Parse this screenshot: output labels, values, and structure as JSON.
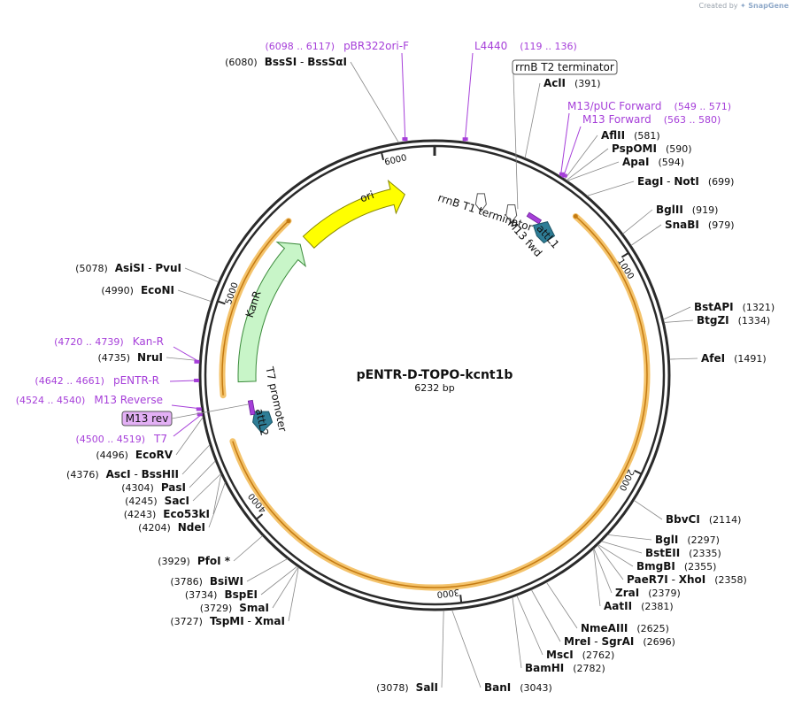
{
  "credit": {
    "prefix": "Created by",
    "brand": "SnapGene"
  },
  "colors": {
    "backbone": "#2a2a2a",
    "primer": "#a63fd9",
    "label": "#111111",
    "ori_fill": "#ffff00",
    "kanr_fill": "#c8f5c8",
    "arrow_teal": "#2e7d96",
    "orange_track": "#f4c36b",
    "orange_core": "#c47a12",
    "leader": "#888888"
  },
  "plasmid": {
    "name": "pENTR-D-TOPO-kcnt1b",
    "size_label": "6232 bp",
    "length": 6232,
    "ticks": [
      {
        "pos": 1000,
        "label": "1000"
      },
      {
        "pos": 2000,
        "label": "2000"
      },
      {
        "pos": 3000,
        "label": "3000"
      },
      {
        "pos": 4000,
        "label": "4000"
      },
      {
        "pos": 5000,
        "label": "5000"
      },
      {
        "pos": 6000,
        "label": "6000"
      }
    ]
  },
  "sites": [
    {
      "name": "AclI",
      "pos": "(391)",
      "bp": 391,
      "side": "right"
    },
    {
      "name": "AflII",
      "pos": "(581)",
      "bp": 581,
      "side": "right"
    },
    {
      "name": "PspOMI",
      "pos": "(590)",
      "bp": 590,
      "side": "right"
    },
    {
      "name": "ApaI",
      "pos": "(594)",
      "bp": 594,
      "side": "right"
    },
    {
      "name": "EagI",
      "name2": "NotI",
      "pos": "(699)",
      "bp": 699,
      "side": "right"
    },
    {
      "name": "BglII",
      "pos": "(919)",
      "bp": 919,
      "side": "right"
    },
    {
      "name": "SnaBI",
      "pos": "(979)",
      "bp": 979,
      "side": "right"
    },
    {
      "name": "BstAPI",
      "pos": "(1321)",
      "bp": 1321,
      "side": "right"
    },
    {
      "name": "BtgZI",
      "pos": "(1334)",
      "bp": 1334,
      "side": "right"
    },
    {
      "name": "AfeI",
      "pos": "(1491)",
      "bp": 1491,
      "side": "right"
    },
    {
      "name": "BbvCI",
      "pos": "(2114)",
      "bp": 2114,
      "side": "right"
    },
    {
      "name": "BglI",
      "pos": "(2297)",
      "bp": 2297,
      "side": "right"
    },
    {
      "name": "BstEII",
      "pos": "(2335)",
      "bp": 2335,
      "side": "right"
    },
    {
      "name": "BmgBI",
      "pos": "(2355)",
      "bp": 2355,
      "side": "right"
    },
    {
      "name": "PaeR7I",
      "name2": "XhoI",
      "pos": "(2358)",
      "bp": 2358,
      "side": "right"
    },
    {
      "name": "ZraI",
      "pos": "(2379)",
      "bp": 2379,
      "side": "right"
    },
    {
      "name": "AatII",
      "pos": "(2381)",
      "bp": 2381,
      "side": "right"
    },
    {
      "name": "NmeAIII",
      "pos": "(2625)",
      "bp": 2625,
      "side": "right"
    },
    {
      "name": "MreI",
      "name2": "SgrAI",
      "pos": "(2696)",
      "bp": 2696,
      "side": "right"
    },
    {
      "name": "MscI",
      "pos": "(2762)",
      "bp": 2762,
      "side": "right"
    },
    {
      "name": "BamHI",
      "pos": "(2782)",
      "bp": 2782,
      "side": "right"
    },
    {
      "name": "BanI",
      "pos": "(3043)",
      "bp": 3043,
      "side": "right"
    },
    {
      "name": "SalI",
      "pos": "(3078)",
      "bp": 3078,
      "side": "left"
    },
    {
      "name": "TspMI",
      "name2": "XmaI",
      "pos": "(3727)",
      "bp": 3727,
      "side": "left"
    },
    {
      "name": "SmaI",
      "pos": "(3729)",
      "bp": 3729,
      "side": "left"
    },
    {
      "name": "BspEI",
      "pos": "(3734)",
      "bp": 3734,
      "side": "left"
    },
    {
      "name": "BsiWI",
      "pos": "(3786)",
      "bp": 3786,
      "side": "left"
    },
    {
      "name": "PfoI *",
      "pos": "(3929)",
      "bp": 3929,
      "side": "left"
    },
    {
      "name": "NdeI",
      "pos": "(4204)",
      "bp": 4204,
      "side": "left"
    },
    {
      "name": "Eco53kI",
      "pos": "(4243)",
      "bp": 4243,
      "side": "left"
    },
    {
      "name": "SacI",
      "pos": "(4245)",
      "bp": 4245,
      "side": "left"
    },
    {
      "name": "PasI",
      "pos": "(4304)",
      "bp": 4304,
      "side": "left"
    },
    {
      "name": "AscI",
      "name2": "BssHII",
      "pos": "(4376)",
      "bp": 4376,
      "side": "left"
    },
    {
      "name": "EcoRV",
      "pos": "(4496)",
      "bp": 4496,
      "side": "left"
    },
    {
      "name": "NruI",
      "pos": "(4735)",
      "bp": 4735,
      "side": "left"
    },
    {
      "name": "EcoNI",
      "pos": "(4990)",
      "bp": 4990,
      "side": "left"
    },
    {
      "name": "AsiSI",
      "name2": "PvuI",
      "pos": "(5078)",
      "bp": 5078,
      "side": "left"
    },
    {
      "name": "BssSI",
      "name2": "BssSαI",
      "pos": "(6080)",
      "bp": 6080,
      "side": "left"
    }
  ],
  "primers": [
    {
      "name": "pBR322ori-F",
      "range": "(6098 .. 6117)",
      "bp": 6108
    },
    {
      "name": "L4440",
      "range": "(119 .. 136)",
      "bp": 128
    },
    {
      "name": "M13/pUC Forward",
      "range": "(549 .. 571)",
      "bp": 560
    },
    {
      "name": "M13 Forward",
      "range": "(563 .. 580)",
      "bp": 572
    },
    {
      "name": "Kan-R",
      "range": "(4720 .. 4739)",
      "bp": 4730
    },
    {
      "name": "pENTR-R",
      "range": "(4642 .. 4661)",
      "bp": 4652
    },
    {
      "name": "M13 Reverse",
      "range": "(4524 .. 4540)",
      "bp": 4532
    },
    {
      "name": "T7",
      "range": "(4500 .. 4519)",
      "bp": 4510
    }
  ],
  "boxed_labels": {
    "rrnb_t2": "rrnB T2 terminator",
    "m13_rev": "M13 rev"
  },
  "features": [
    {
      "name": "ori",
      "start": 5480,
      "end": 6070,
      "kind": "ori"
    },
    {
      "name": "KanR",
      "start": 4640,
      "end": 5440,
      "kind": "kanr"
    },
    {
      "name": "rrnB T1 terminator",
      "start": 230,
      "end": 330,
      "kind": "term"
    },
    {
      "name": "rrnB T2 terminator",
      "start": 410,
      "end": 520,
      "kind": "term"
    },
    {
      "name": "M13 fwd",
      "start": 560,
      "end": 580,
      "kind": "primer_site"
    },
    {
      "name": "attL1",
      "start": 600,
      "end": 700,
      "kind": "attl"
    },
    {
      "name": "attL2",
      "start": 4380,
      "end": 4480,
      "kind": "attl_rev"
    },
    {
      "name": "T7 promoter",
      "start": 4500,
      "end": 4520,
      "kind": "primer_site"
    },
    {
      "name": "orange_insert",
      "start": 720,
      "end": 4360,
      "kind": "orange"
    },
    {
      "name": "orange_kan_track",
      "start": 4580,
      "end": 5480,
      "kind": "orange_rev"
    }
  ],
  "feature_labels": {
    "rrnb_t1": "rrnB T1 terminator",
    "m13_fwd": "M13 fwd",
    "attl1": "attL1",
    "attl2": "attL2",
    "t7_promoter": "T7 promoter",
    "ori": "ori",
    "kanr": "KanR"
  }
}
